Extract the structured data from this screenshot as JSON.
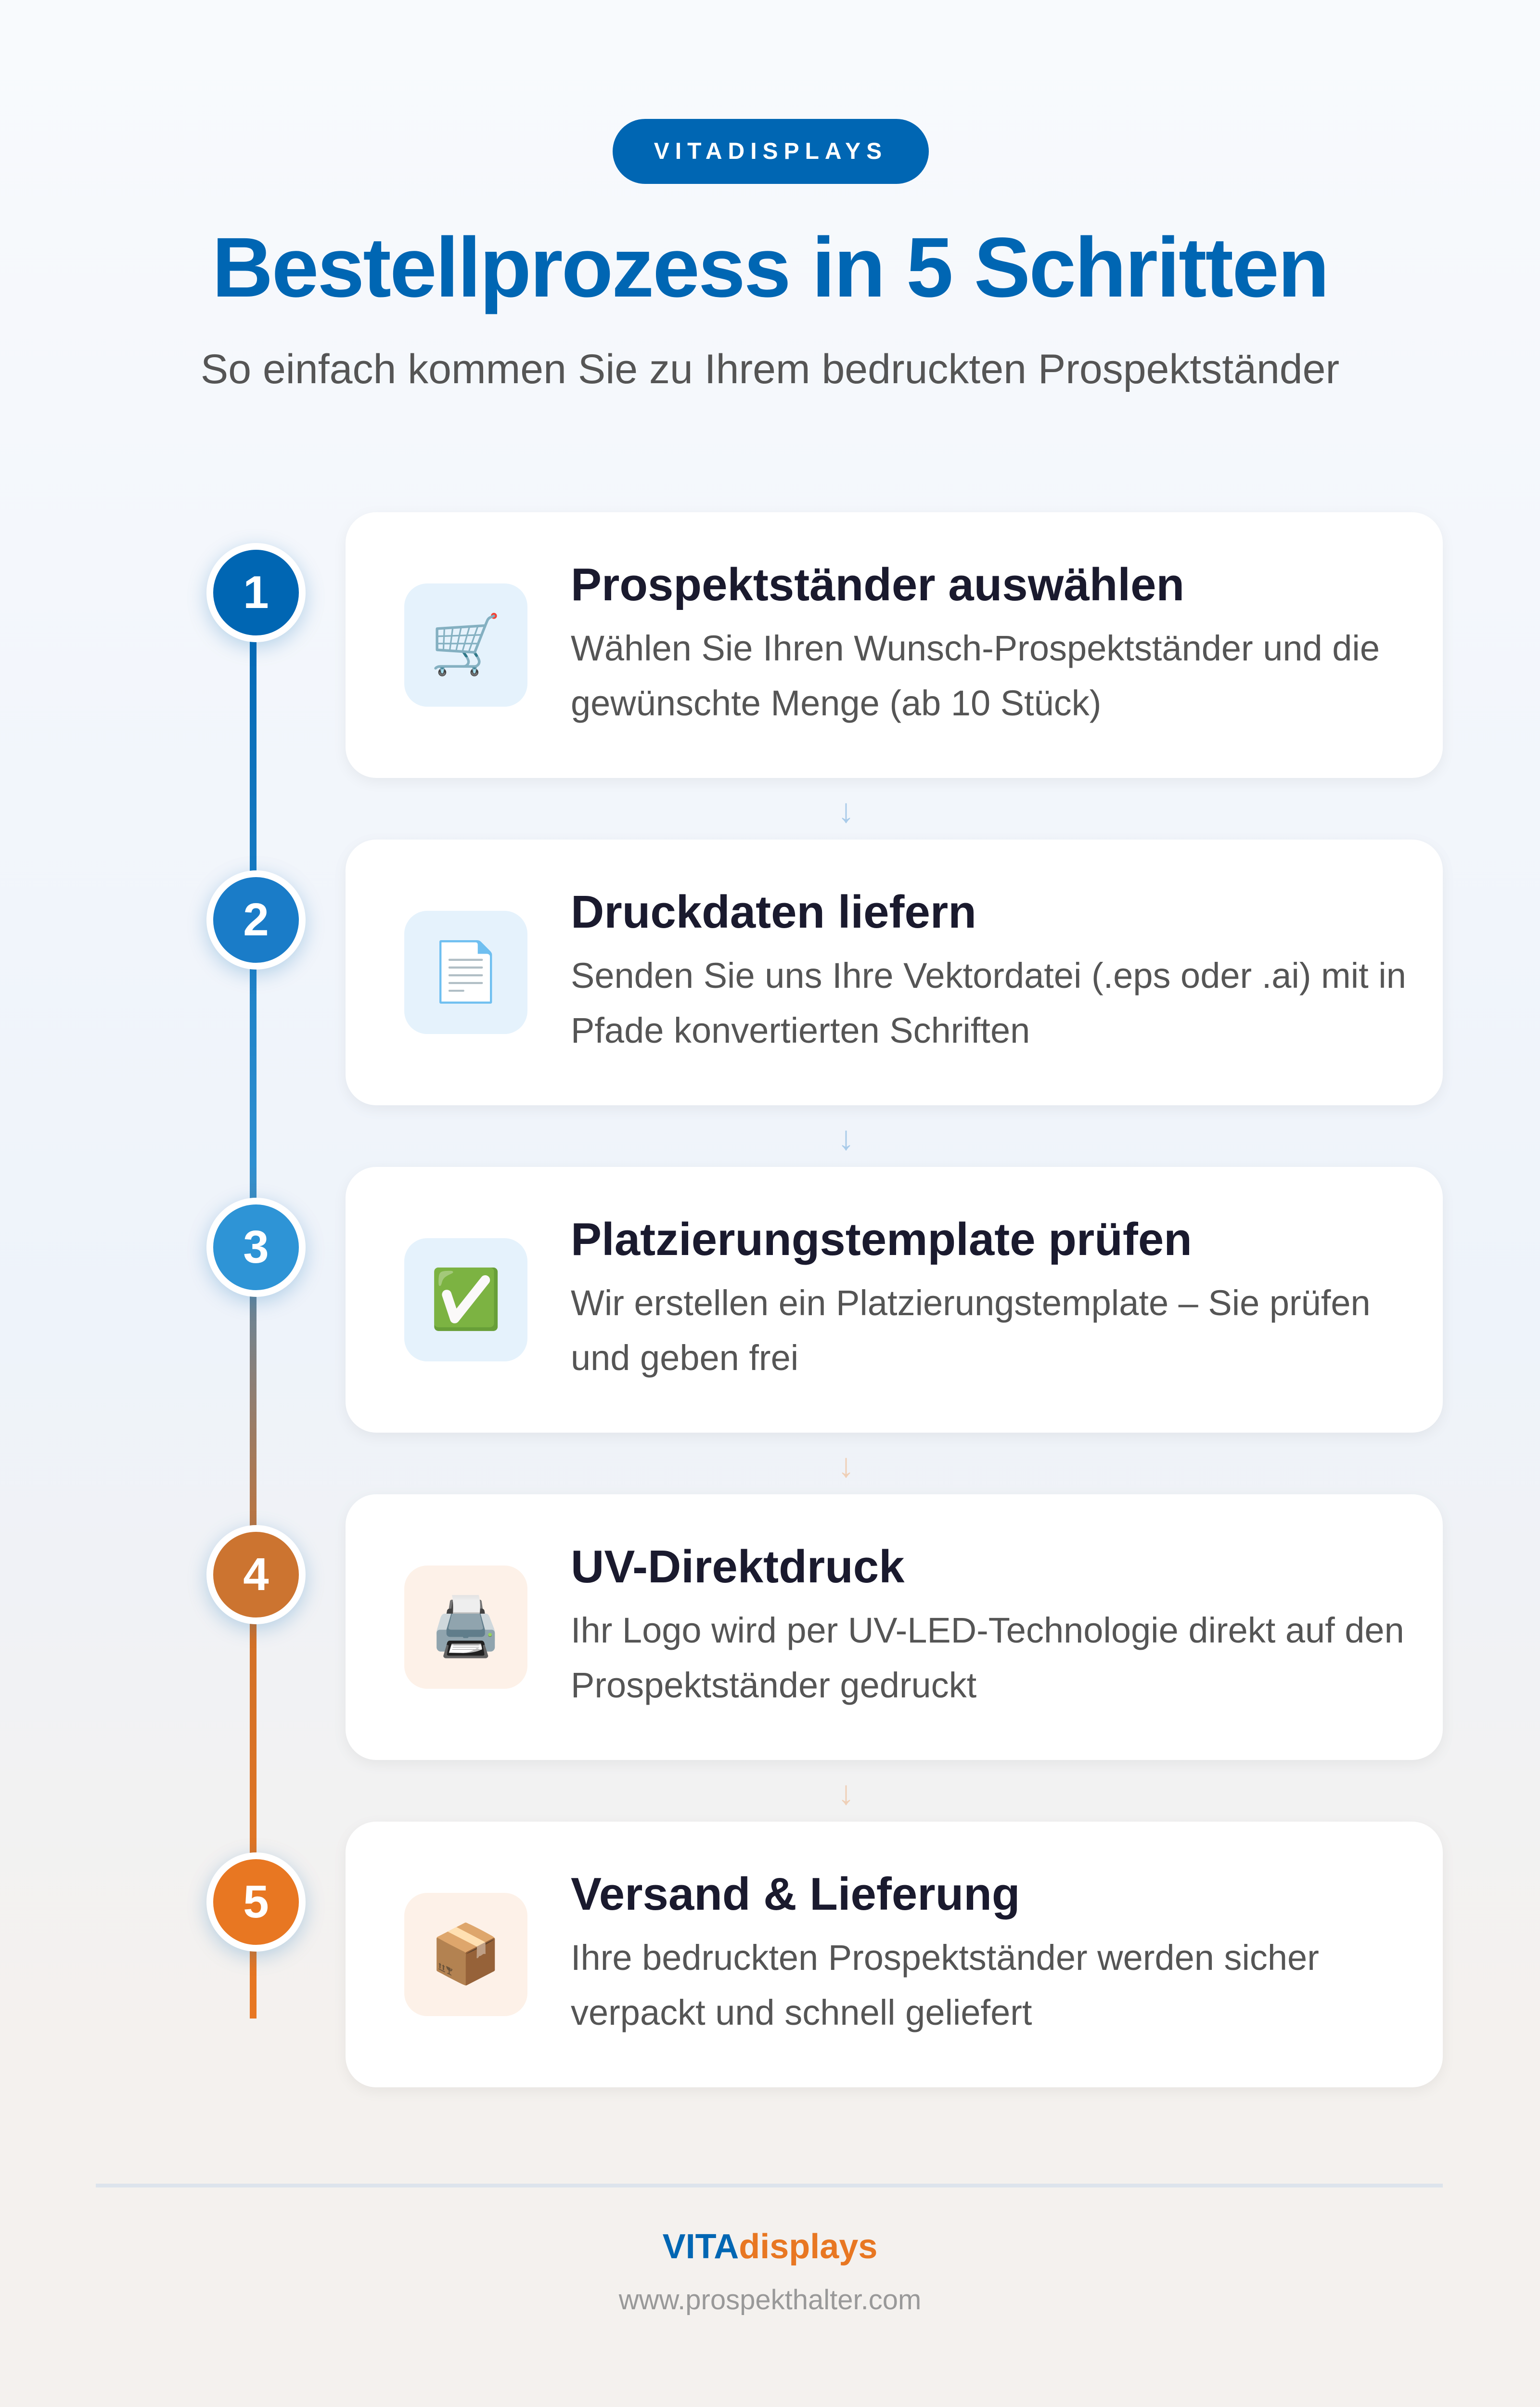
{
  "header": {
    "badge": "VITADISPLAYS",
    "title": "Bestellprozess in 5 Schritten",
    "subtitle": "So einfach kommen Sie zu Ihrem bedruckten Prospektständer"
  },
  "colors": {
    "primary": "#0066b3",
    "accent": "#e87722"
  },
  "steps": [
    {
      "number": "1",
      "title": "Prospektständer auswählen",
      "description": "Wählen Sie Ihren Wunsch-Prospektständer und die gewünschte Menge (ab 10 Stück)",
      "icon": "shopping-cart-icon",
      "glyph": "🛒",
      "color": "#0066b3"
    },
    {
      "number": "2",
      "title": "Druckdaten liefern",
      "description": "Senden Sie uns Ihre Vektordatei (.eps oder .ai) mit in Pfade konvertierten Schriften",
      "icon": "document-icon",
      "glyph": "📄",
      "color": "#1a7cc8"
    },
    {
      "number": "3",
      "title": "Platzierungstemplate prüfen",
      "description": "Wir erstellen ein Platzierungstemplate – Sie prüfen und geben frei",
      "icon": "check-mark-icon",
      "glyph": "✅",
      "color": "#2e94d6"
    },
    {
      "number": "4",
      "title": "UV-Direktdruck",
      "description": "Ihr Logo wird per UV-LED-Technologie direkt auf den Prospektständer gedruckt",
      "icon": "printer-icon",
      "glyph": "🖨️",
      "color": "#cc7430"
    },
    {
      "number": "5",
      "title": "Versand & Lieferung",
      "description": "Ihre bedruckten Prospektständer werden sicher verpackt und schnell geliefert",
      "icon": "package-icon",
      "glyph": "📦",
      "color": "#e87722"
    }
  ],
  "footer": {
    "brand_part1": "VITA",
    "brand_part2": "displays",
    "url": "www.prospekthalter.com"
  }
}
